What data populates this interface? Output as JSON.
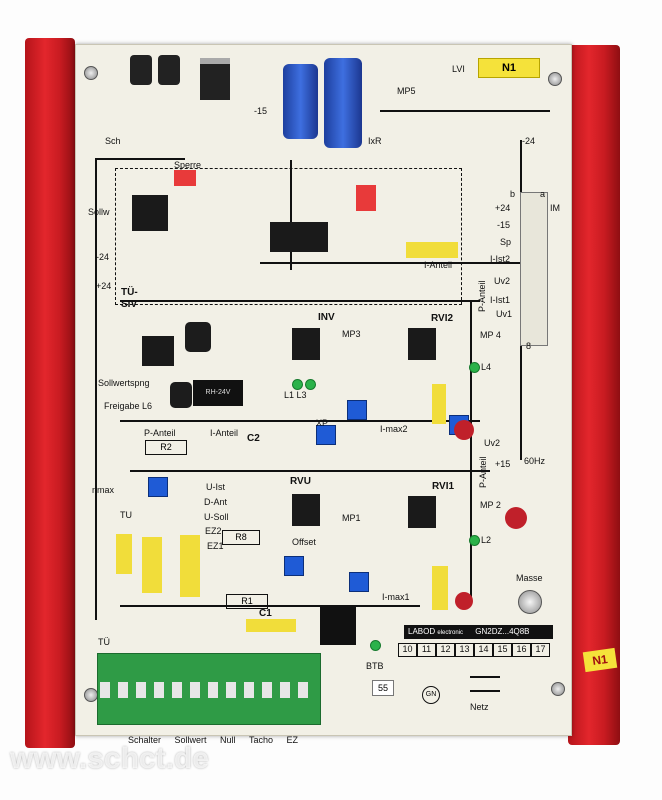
{
  "board": {
    "module_id": "N1",
    "corner_tag": "N1",
    "manufacturer_line1": "LABOD",
    "manufacturer_line2": "electronic",
    "model": "GN2DZ...4Q8B",
    "sticker_number": "55",
    "watermark": "www.schct.de"
  },
  "labels": {
    "lvi": "LVI",
    "mp5": "MP5",
    "ixr": "IxR",
    "sch": "Sch",
    "sperre": "Sperre",
    "sollw": "Sollw",
    "tu_siv_1": "TÜ-",
    "tu_siv_2": "SIV",
    "neg24_a": "-24",
    "pos24_a": "+24",
    "neg24_b": "-24",
    "neg15": "-15",
    "inv": "INV",
    "mp3": "MP3",
    "rvi2": "RVI2",
    "i_anteil_top": "I-Anteil",
    "p_anteil_right": "P-Anteil",
    "i_ist2": "I-Ist2",
    "i_ist1": "I-Ist1",
    "uv2": "Uv2",
    "uv1": "Uv1",
    "sp": "Sp",
    "im": "IM",
    "pin_a": "a",
    "pin_b": "b",
    "pin_8": "8",
    "pos24_b": "+24",
    "neg15_b": "-15",
    "mp4": "MP 4",
    "l4": "L4",
    "sollwertspng": "Sollwertspng",
    "freigabe": "Freigabe L6",
    "l1l3": "L1  L3",
    "p_anteil_left": "P-Anteil",
    "i_anteil_left": "I-Anteil",
    "c2": "C2",
    "r2": "R2",
    "xp": "XP",
    "i_max2": "I-max2",
    "uv2_b": "Uv2",
    "hz60": "60Hz",
    "pos15": "+15",
    "nmax": "nmax",
    "u_ist": "U-Ist",
    "d_ant": "D-Ant",
    "u_soll": "U-Soll",
    "ez2": "EZ2",
    "ez1": "EZ1",
    "r8": "R8",
    "rvu": "RVU",
    "offset": "Offset",
    "mp1": "MP1",
    "rvi1": "RVI1",
    "mp2": "MP 2",
    "l2": "L2",
    "p_anteil_mid": "P-Anteil",
    "tu": "TU",
    "r1": "R1",
    "c1": "C1",
    "i_max1": "I-max1",
    "masse": "Masse",
    "btb": "BTB",
    "tu_bottom": "TÜ",
    "netz": "Netz",
    "gn": "GN",
    "relay": "RH-24V"
  },
  "connector_pins": [
    "10",
    "11",
    "12",
    "13",
    "14",
    "15",
    "16",
    "17"
  ],
  "terminal_labels": [
    "Schalter",
    "Sollwert",
    "Null",
    "Tacho",
    "EZ"
  ],
  "colors": {
    "rail_red": "#d8202a",
    "board_cream": "#f2f0e6",
    "terminal_green": "#2f9b46",
    "pot_blue": "#1f5bd6",
    "sticker_yellow": "#f5e23a"
  }
}
